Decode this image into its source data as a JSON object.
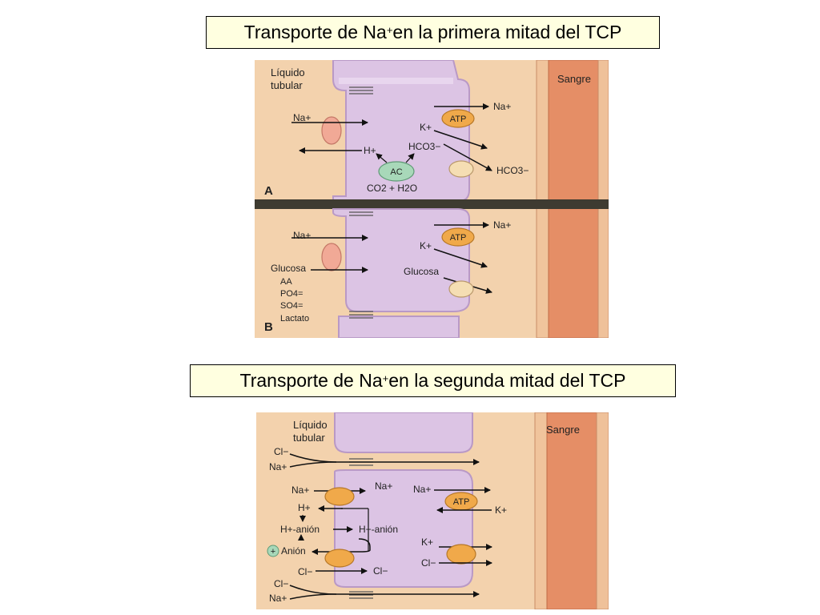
{
  "titles": {
    "first": {
      "prefix": "Transporte de Na",
      "sup": "+",
      "suffix": " en la primera mitad del TCP"
    },
    "second": {
      "prefix": "Transporte de Na",
      "sup": "+",
      "suffix": " en la segunda mitad del TCP"
    }
  },
  "colors": {
    "tubular_fluid": "#f3d2ad",
    "cell": "#dcc4e4",
    "cell_edge": "#b999c6",
    "blood_vessel": "#e58e66",
    "interstitium": "#f3d2ad",
    "membrane_band": "#3e3b31",
    "carrier_pink": "#f1a996",
    "carrier_orange": "#f0a94a",
    "carrier_cream": "#f5deb3",
    "enzyme_green": "#a8d8b9"
  },
  "figure1": {
    "tubular_label_1": "Líquido",
    "tubular_label_2": "tubular",
    "blood_label": "Sangre",
    "panel_a_label": "A",
    "panel_b_label": "B",
    "a": {
      "na_in": "Na+",
      "h_out": "H+",
      "atp": "ATP",
      "na_blood": "Na+",
      "k": "K+",
      "hco3_cell": "HCO3−",
      "hco3_blood": "HCO3−",
      "ac": "AC",
      "co2_h2o": "CO2 + H2O"
    },
    "b": {
      "na_in": "Na+",
      "atp": "ATP",
      "na_blood": "Na+",
      "k": "K+",
      "glucosa_lumen": "Glucosa",
      "aa": "AA",
      "po4": "PO4=",
      "so4": "SO4=",
      "lactato": "Lactato",
      "glucosa_cell": "Glucosa"
    }
  },
  "figure2": {
    "tubular_label_1": "Líquido",
    "tubular_label_2": "tubular",
    "blood_label": "Sangre",
    "cl_top": "Cl−",
    "na_top": "Na+",
    "na_apical": "Na+",
    "na_apical_cell": "Na+",
    "h_label": "H+",
    "h_anion_lumen": "H+-anión",
    "h_anion_cell": "H+-anión",
    "anion": "Anión",
    "plus": "+",
    "cl_apical": "Cl−",
    "cl_apical_cell": "Cl−",
    "na_baso": "Na+",
    "atp": "ATP",
    "k_atp": "K+",
    "k_channel": "K+",
    "cl_channel": "Cl−",
    "cl_bottom": "Cl−",
    "na_bottom": "Na+"
  }
}
